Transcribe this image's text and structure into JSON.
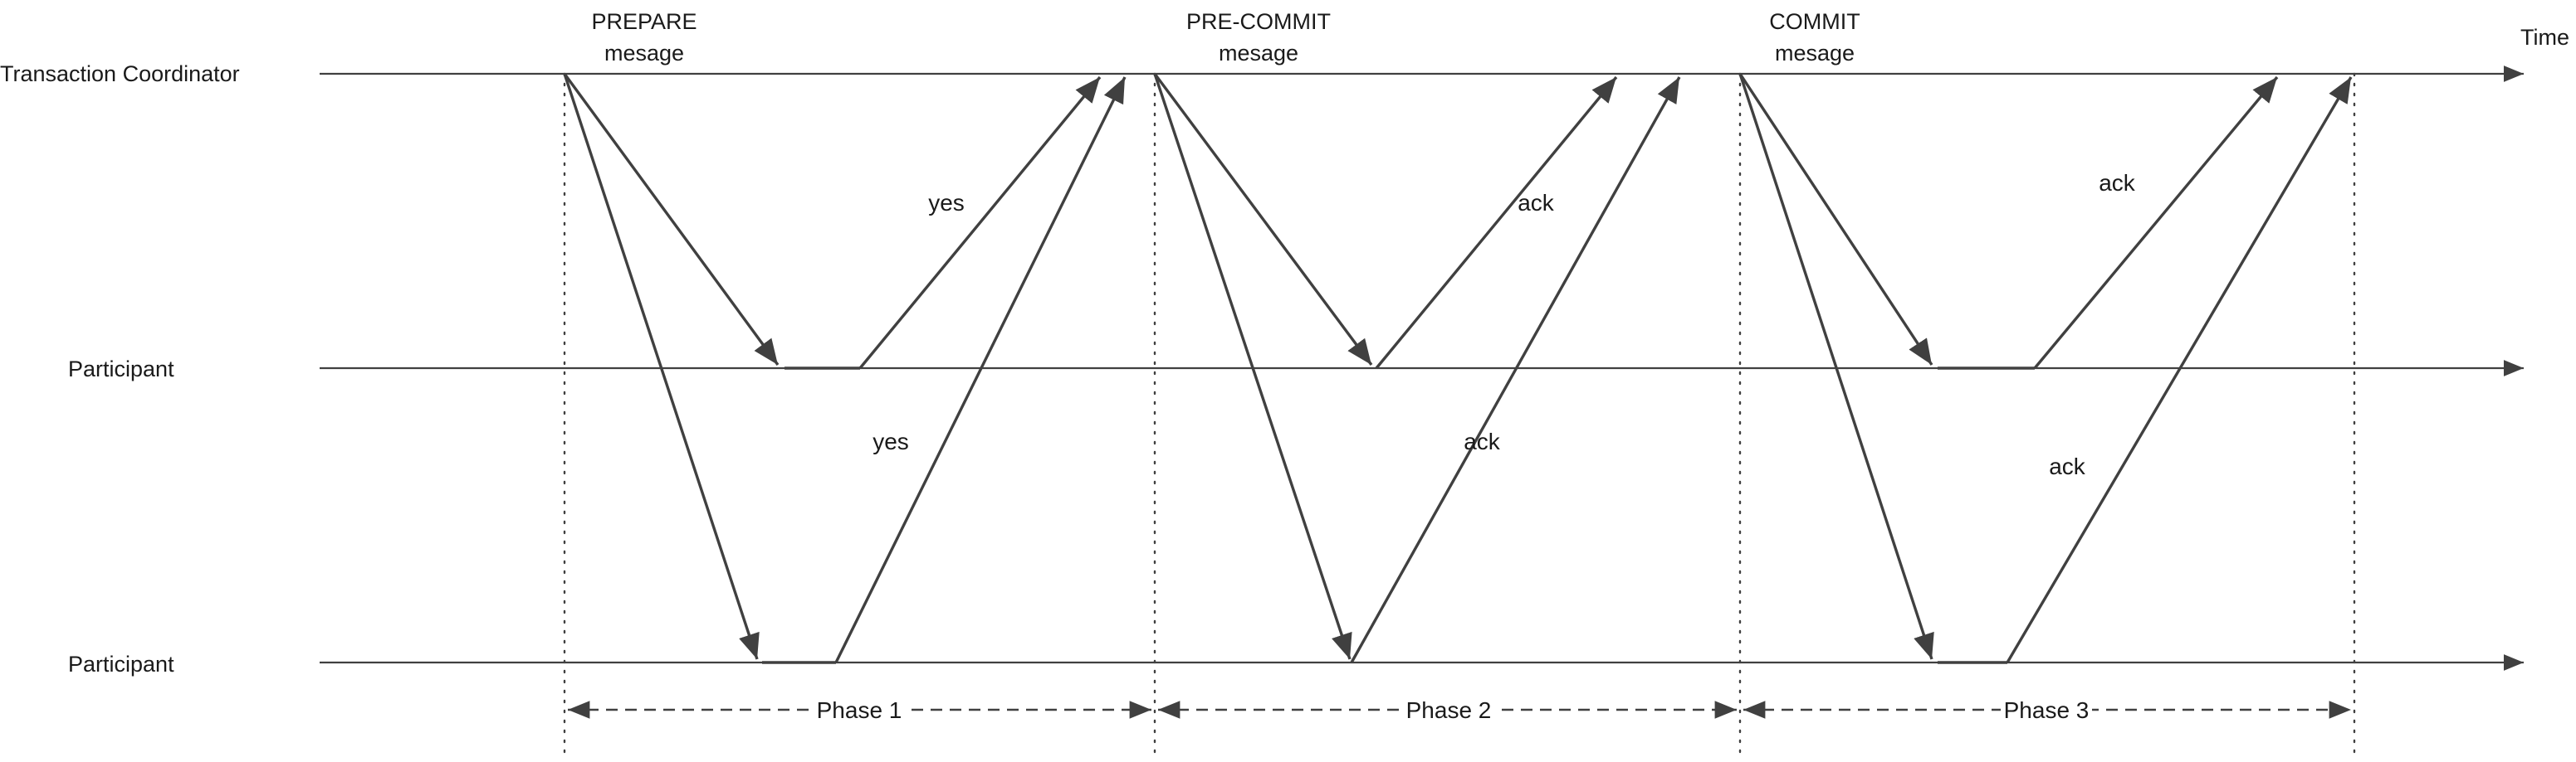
{
  "roles": {
    "coordinator": "Transaction  Coordinator",
    "participant_1": "Participant",
    "participant_2": "Participant"
  },
  "time_label": "Time",
  "phases": [
    {
      "message_line1": "PREPARE",
      "message_line2": "mesage",
      "responses": [
        "yes",
        "yes"
      ],
      "phase_label": "Phase 1"
    },
    {
      "message_line1": "PRE-COMMIT",
      "message_line2": "mesage",
      "responses": [
        "ack",
        "ack"
      ],
      "phase_label": "Phase 2"
    },
    {
      "message_line1": "COMMIT",
      "message_line2": "mesage",
      "responses": [
        "ack",
        "ack"
      ],
      "phase_label": "Phase 3"
    }
  ]
}
